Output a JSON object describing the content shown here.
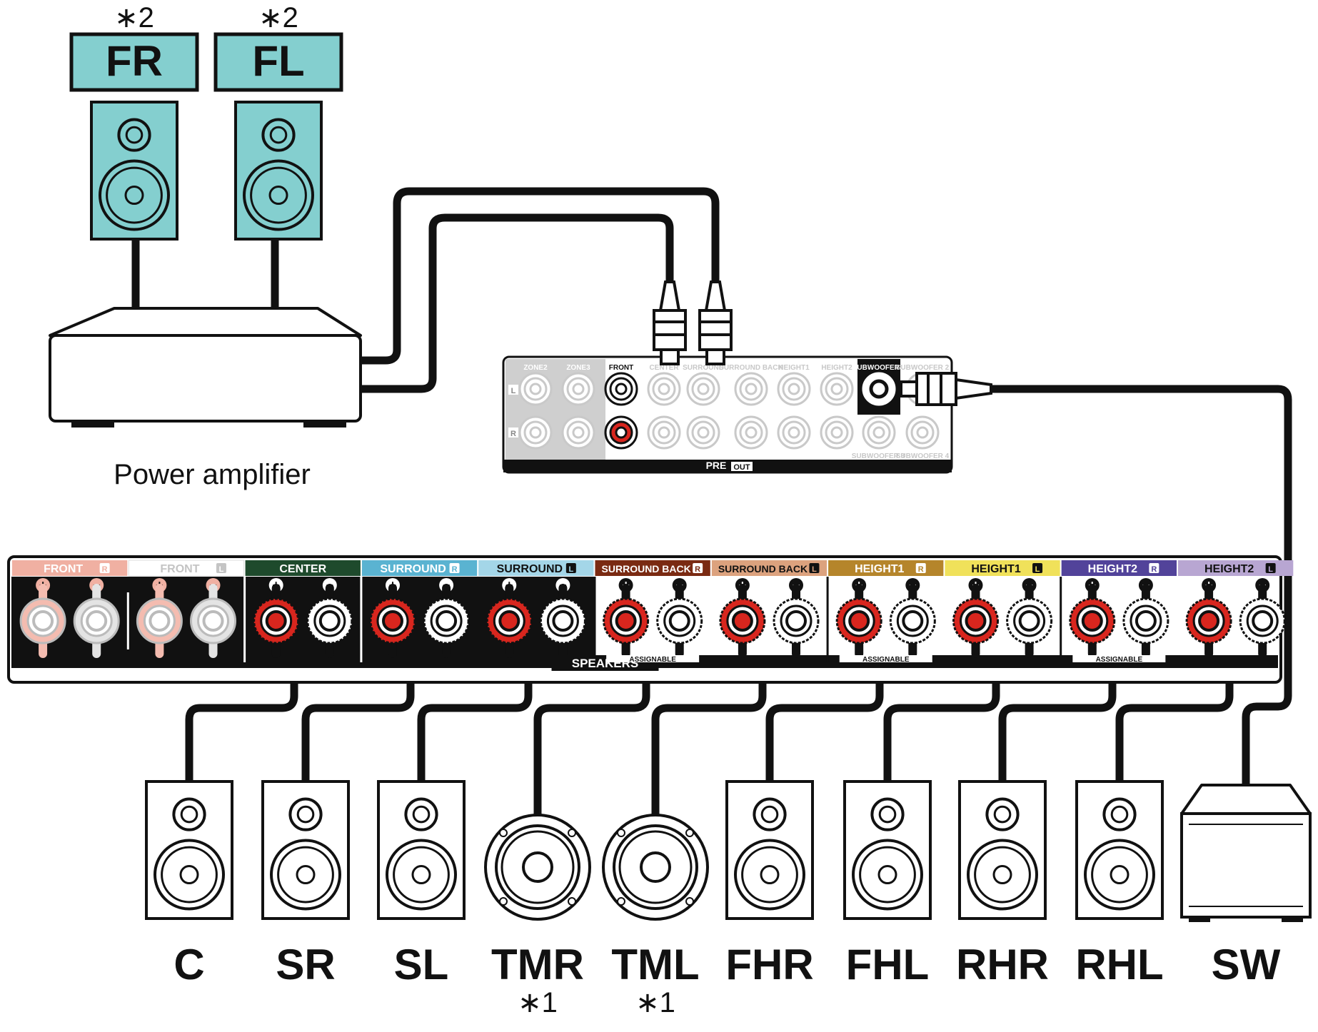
{
  "top_speakers": [
    {
      "label": "FR",
      "note": "∗2"
    },
    {
      "label": "FL",
      "note": "∗2"
    }
  ],
  "power_amplifier_label": "Power amplifier",
  "preout": {
    "group_labels": [
      "ZONE2",
      "ZONE3",
      "FRONT",
      "CENTER",
      "SURROUND",
      "SURROUND BACK",
      "HEIGHT1",
      "HEIGHT2",
      "SUBWOOFER 1",
      "SUBWOOFER 2",
      "SUBWOOFER 3",
      "SUBWOOFER 4"
    ],
    "channel_letters": [
      "L",
      "R"
    ],
    "title_pre": "PRE",
    "title_out": "OUT"
  },
  "speakers_panel": {
    "title": "SPEAKERS",
    "assignable": "ASSIGNABLE",
    "plus": "+",
    "minus": "−",
    "groups": [
      {
        "label": "FRONT",
        "side": "R",
        "color": "#f0b0a2",
        "text_color": "#ffffff",
        "faded": true
      },
      {
        "label": "FRONT",
        "side": "L",
        "color": "#ffffff",
        "text_color": "#c4c4c4",
        "faded": true
      },
      {
        "label": "CENTER",
        "side": "",
        "color": "#1e4a2c",
        "text_color": "#ffffff",
        "faded": false
      },
      {
        "label": "SURROUND",
        "side": "R",
        "color": "#5ab3d1",
        "text_color": "#ffffff",
        "faded": false
      },
      {
        "label": "SURROUND",
        "side": "L",
        "color": "#a4d6e8",
        "text_color": "#111111",
        "faded": false
      },
      {
        "label": "SURROUND BACK",
        "side": "R",
        "color": "#7a2a12",
        "text_color": "#ffffff",
        "faded": false
      },
      {
        "label": "SURROUND BACK",
        "side": "L",
        "color": "#dca27e",
        "text_color": "#111111",
        "faded": false
      },
      {
        "label": "HEIGHT1",
        "side": "R",
        "color": "#b5852b",
        "text_color": "#ffffff",
        "faded": false
      },
      {
        "label": "HEIGHT1",
        "side": "L",
        "color": "#f0e15a",
        "text_color": "#111111",
        "faded": false
      },
      {
        "label": "HEIGHT2",
        "side": "R",
        "color": "#52439a",
        "text_color": "#ffffff",
        "faded": false
      },
      {
        "label": "HEIGHT2",
        "side": "L",
        "color": "#b8a6d2",
        "text_color": "#111111",
        "faded": false
      }
    ]
  },
  "bottom_speakers": [
    {
      "label": "C",
      "note": ""
    },
    {
      "label": "SR",
      "note": ""
    },
    {
      "label": "SL",
      "note": ""
    },
    {
      "label": "TMR",
      "note": "∗1"
    },
    {
      "label": "TML",
      "note": "∗1"
    },
    {
      "label": "FHR",
      "note": ""
    },
    {
      "label": "FHL",
      "note": ""
    },
    {
      "label": "RHR",
      "note": ""
    },
    {
      "label": "RHL",
      "note": ""
    },
    {
      "label": "SW",
      "note": ""
    }
  ],
  "colors": {
    "teal": "#84cfcf",
    "red_terminal": "#d8261e",
    "panel_black": "#111111",
    "preout_gray": "#cfcfcf"
  }
}
